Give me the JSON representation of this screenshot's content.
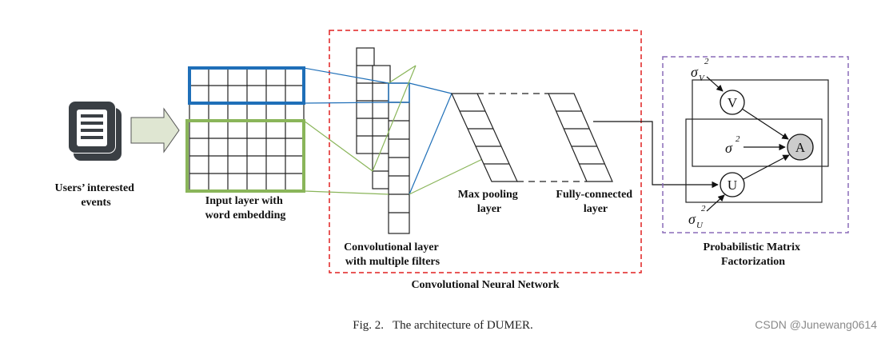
{
  "labels": {
    "users_events": [
      "Users’ interested",
      "events"
    ],
    "input_layer": [
      "Input layer with",
      "word embedding"
    ],
    "conv_layer": [
      "Convolutional layer",
      "with multiple filters"
    ],
    "max_pool": [
      "Max pooling",
      "layer"
    ],
    "fully_connected": [
      "Fully-connected",
      "layer"
    ],
    "cnn": "Convolutional Neural Network",
    "pmf": [
      "Probabilistic Matrix",
      "Factorization"
    ]
  },
  "pmf_nodes": {
    "v": "V",
    "u": "U",
    "a": "A"
  },
  "pmf_params": {
    "sigma_v": {
      "base": "σ",
      "sub": "V",
      "sup": "2"
    },
    "sigma": {
      "base": "σ",
      "sup": "2"
    },
    "sigma_u": {
      "base": "σ",
      "sub": "U",
      "sup": "2"
    }
  },
  "caption": "Fig. 2.   The architecture of DUMER.",
  "watermark": "CSDN @Junewang0614",
  "colors": {
    "embedding_blue": "#1f6fb8",
    "embedding_green": "#8ab55a",
    "cnn_border": "#e02020",
    "pmf_border": "#8a6bb8",
    "arrow_fill": "#dfe6d2",
    "document_icon": "#3a3f44",
    "node_a_fill": "#cccccc"
  }
}
